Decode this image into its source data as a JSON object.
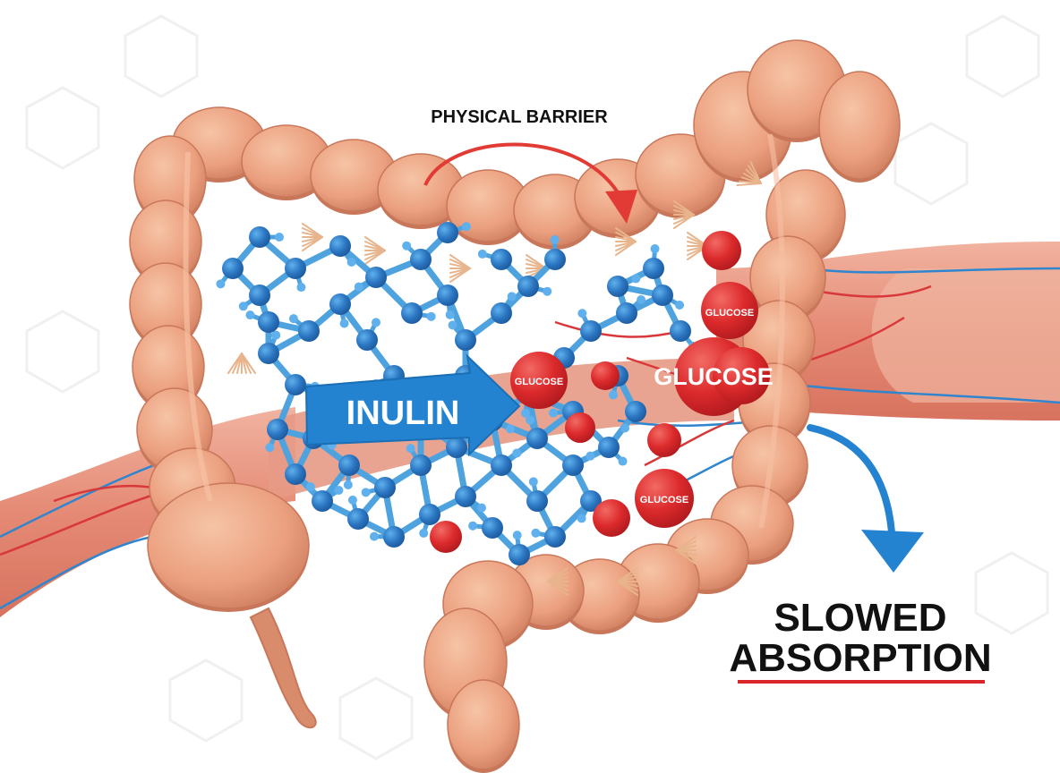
{
  "labels": {
    "physical_barrier": "PHYSICAL BARRIER",
    "inulin": "INULIN",
    "slowed": "SLOWED",
    "absorption": "ABSORPTION",
    "glucose_small_1": "GLUCOSE",
    "glucose_small_2": "GLUCOSE",
    "glucose_large": "GLUCOSE",
    "glucose_small_3": "GLUCOSE"
  },
  "colors": {
    "colon_fill": "#eba07f",
    "colon_shadow": "#c9775a",
    "colon_highlight": "#f6c0a3",
    "vessel_fill": "#e9917e",
    "vessel_red": "#d9383a",
    "vessel_blue": "#2f86cf",
    "inulin_node": "#2a74c0",
    "inulin_bond": "#4ea3df",
    "glucose_red": "#dc2a2c",
    "arrow_red": "#e23b35",
    "arrow_blue": "#2383d0",
    "label_dark": "#111111",
    "underline_red": "#d8262a",
    "hex_bg": "#f3f3f3"
  },
  "icons": {
    "barrier_arrow": "curved-arrow-icon",
    "absorption_arrow": "curved-down-arrow-icon",
    "inulin_arrow": "right-arrow-icon"
  }
}
